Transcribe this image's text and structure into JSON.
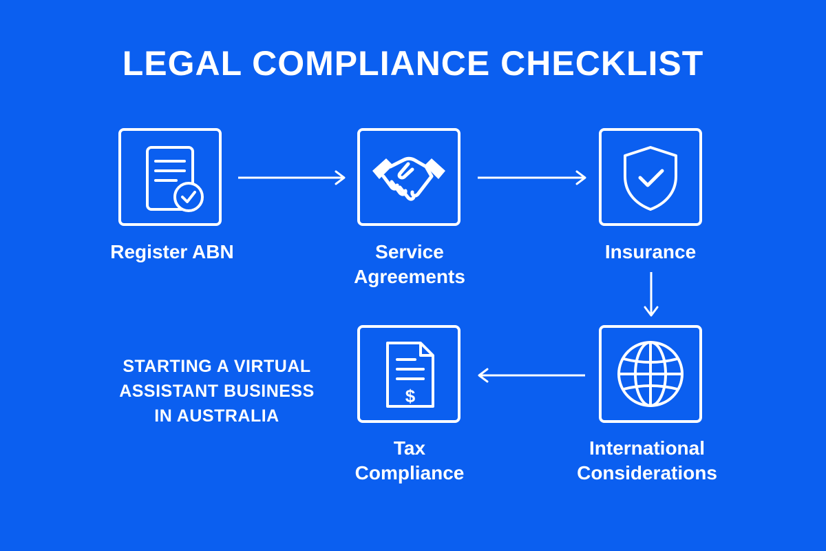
{
  "title": "LEGAL COMPLIANCE CHECKLIST",
  "subtitle_lines": [
    "STARTING A VIRTUAL",
    "ASSISTANT BUSINESS",
    "IN AUSTRALIA"
  ],
  "steps": [
    {
      "lines": [
        "Register ABN"
      ],
      "icon": "document-check-icon"
    },
    {
      "lines": [
        "Service",
        "Agreements"
      ],
      "icon": "handshake-icon"
    },
    {
      "lines": [
        "Insurance"
      ],
      "icon": "shield-check-icon"
    },
    {
      "lines": [
        "International",
        "Considerations"
      ],
      "icon": "globe-icon"
    },
    {
      "lines": [
        "Tax",
        "Compliance"
      ],
      "icon": "tax-document-icon"
    }
  ],
  "colors": {
    "background": "#0b5ff0",
    "foreground": "#ffffff"
  }
}
